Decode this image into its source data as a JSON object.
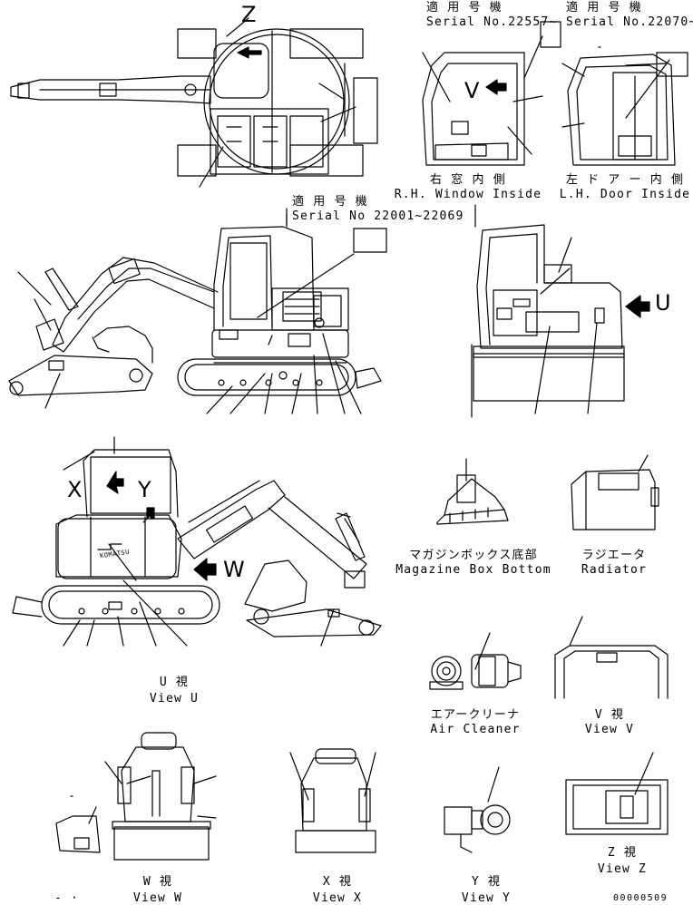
{
  "view_letters": {
    "z": "Z",
    "v": "V",
    "u": "U",
    "x": "X",
    "y": "Y",
    "w": "W"
  },
  "serial_labels": {
    "rh_window": {
      "jp": "適 用 号 機",
      "en": "Serial No.22557~"
    },
    "lh_door": {
      "jp": "適 用 号 機",
      "en": "Serial No.22070~"
    },
    "main": {
      "jp": "適 用 号 機",
      "en": "Serial No 22001~22069"
    }
  },
  "captions": {
    "rh_window": {
      "jp": "右 窓 内 側",
      "en": "R.H. Window Inside"
    },
    "lh_door": {
      "jp": "左 ド ア ー 内 側",
      "en": "L.H. Door Inside"
    },
    "magazine_box": {
      "jp": "マガジンボックス底部",
      "en": "Magazine Box Bottom"
    },
    "radiator": {
      "jp": "ラジエータ",
      "en": "Radiator"
    },
    "air_cleaner": {
      "jp": "エアークリーナ",
      "en": "Air Cleaner"
    },
    "view_u": {
      "jp": "U 視",
      "en": "View U"
    },
    "view_v": {
      "jp": "V 視",
      "en": "View V"
    },
    "view_w": {
      "jp": "W 視",
      "en": "View W"
    },
    "view_x": {
      "jp": "X 視",
      "en": "View X"
    },
    "view_y": {
      "jp": "Y 視",
      "en": "View Y"
    },
    "view_z": {
      "jp": "Z 視",
      "en": "View Z"
    }
  },
  "brand_text": "KOMATSU",
  "drawing_number": "00000509",
  "misc_marks": {
    "dash_mark": "- ·"
  }
}
